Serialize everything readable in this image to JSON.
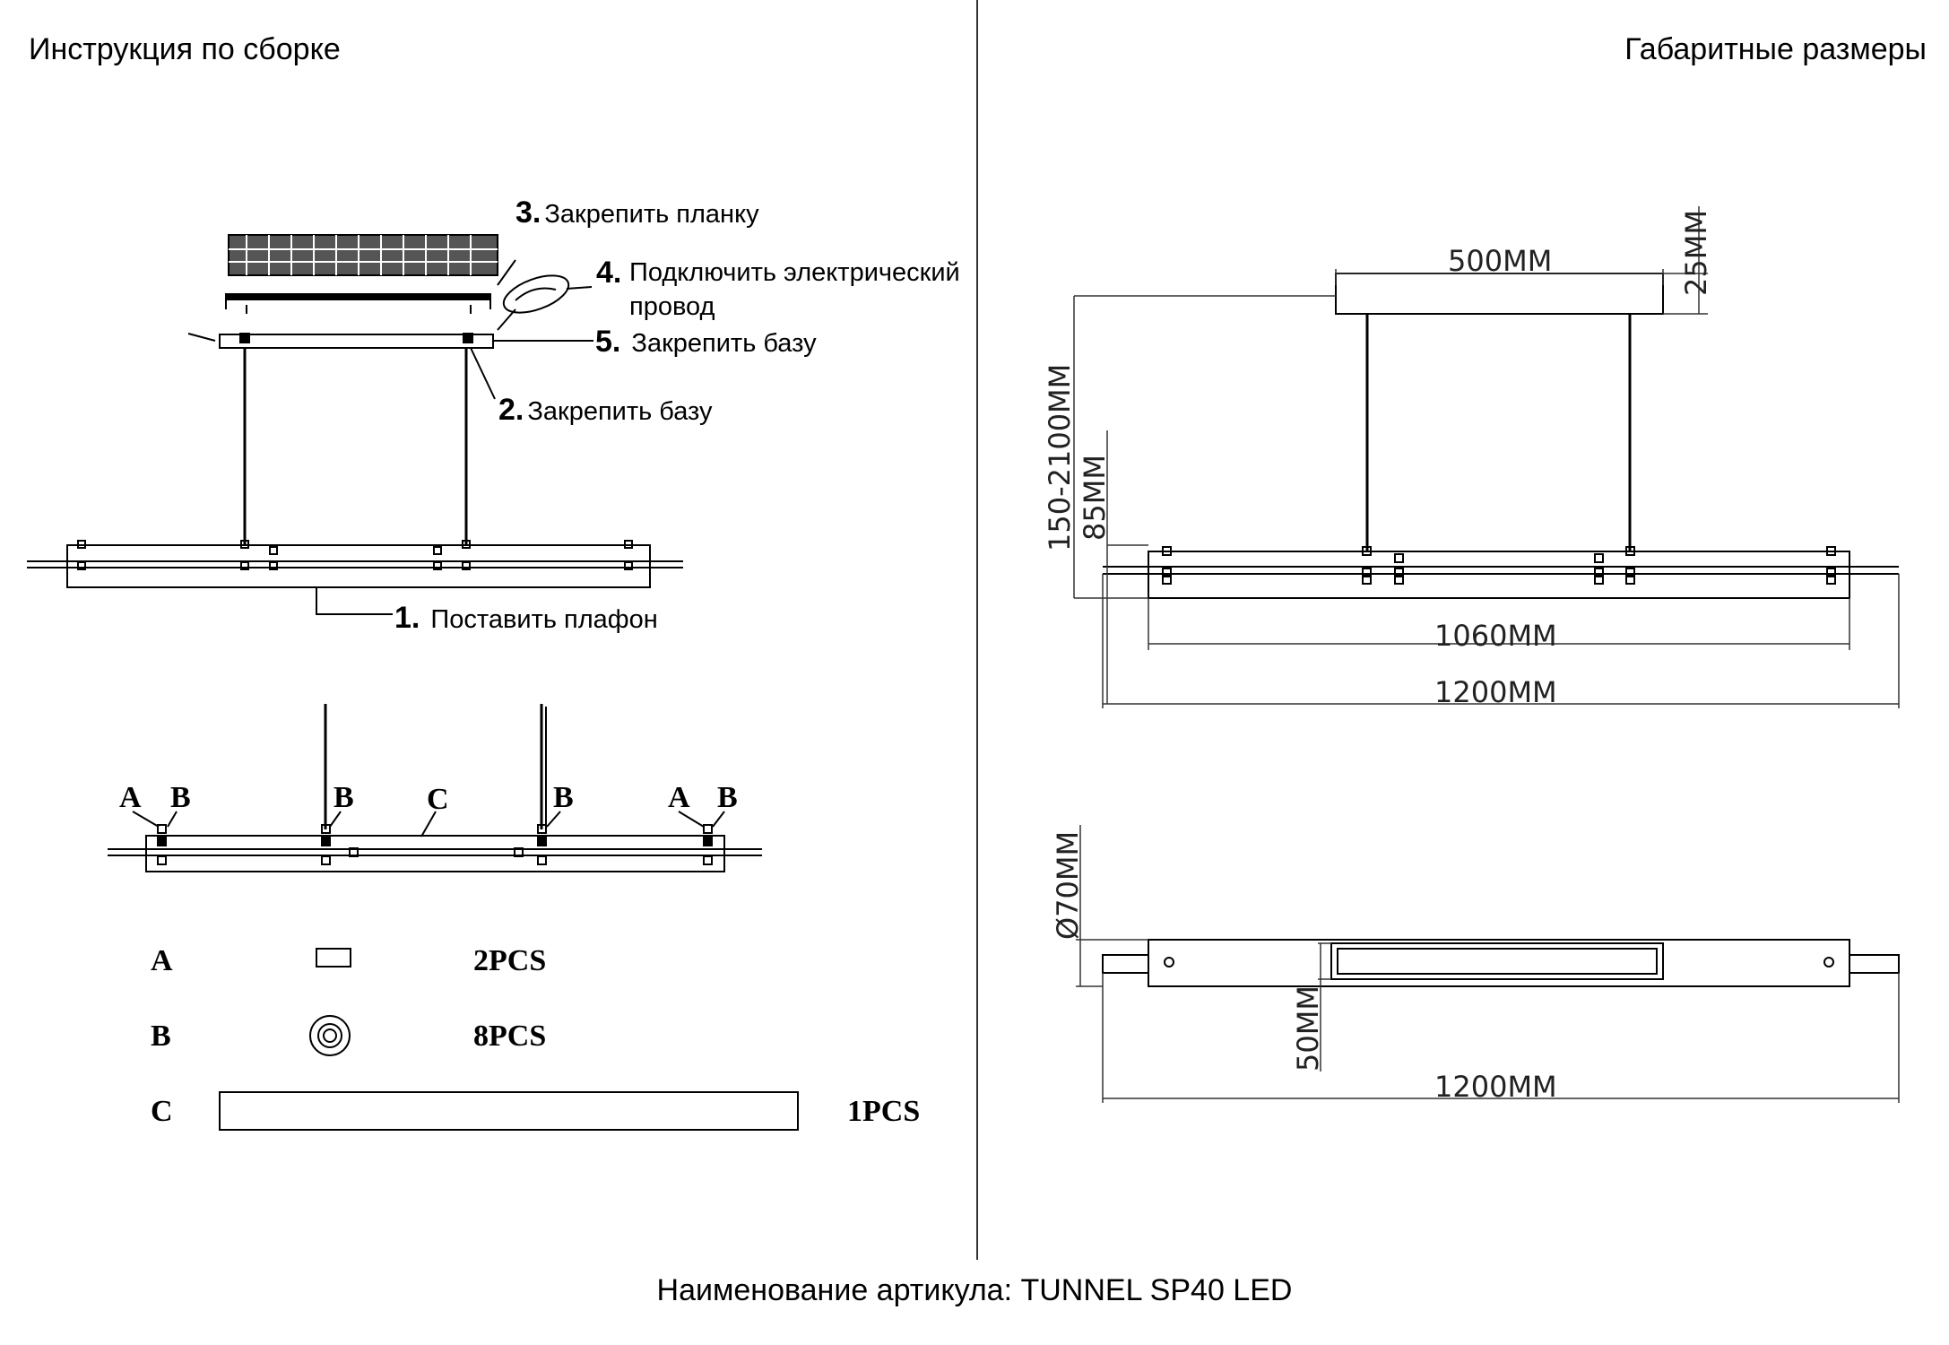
{
  "headers": {
    "left": "Инструкция по сборке",
    "right": "Габаритные размеры"
  },
  "steps": [
    {
      "num": "3.",
      "text": "Закрепить планку"
    },
    {
      "num": "4.",
      "text": "Подключить электрический"
    },
    {
      "num": "",
      "text": "провод"
    },
    {
      "num": "5.",
      "text": "Закрепить базу"
    },
    {
      "num": "2.",
      "text": "Закрепить базу"
    },
    {
      "num": "1.",
      "text": "Поставить плафон"
    }
  ],
  "callouts": {
    "a": "A",
    "b": "B",
    "c": "C"
  },
  "parts": [
    {
      "label": "A",
      "qty": "2PCS",
      "icon": "rectangle-icon"
    },
    {
      "label": "B",
      "qty": "8PCS",
      "icon": "washer-icon"
    },
    {
      "label": "C",
      "qty": "1PCS",
      "icon": "bar-icon"
    }
  ],
  "dimensions": {
    "canopy_length": "500MM",
    "canopy_height": "25MM",
    "suspension": "150-2100MM",
    "body_height": "85MM",
    "inner_length": "1060MM",
    "total_length": "1200MM",
    "diameter": "Ø70MM",
    "panel_height": "50MM",
    "total_length_bottom": "1200MM"
  },
  "footer": "Наименование артикула: TUNNEL SP40 LED"
}
